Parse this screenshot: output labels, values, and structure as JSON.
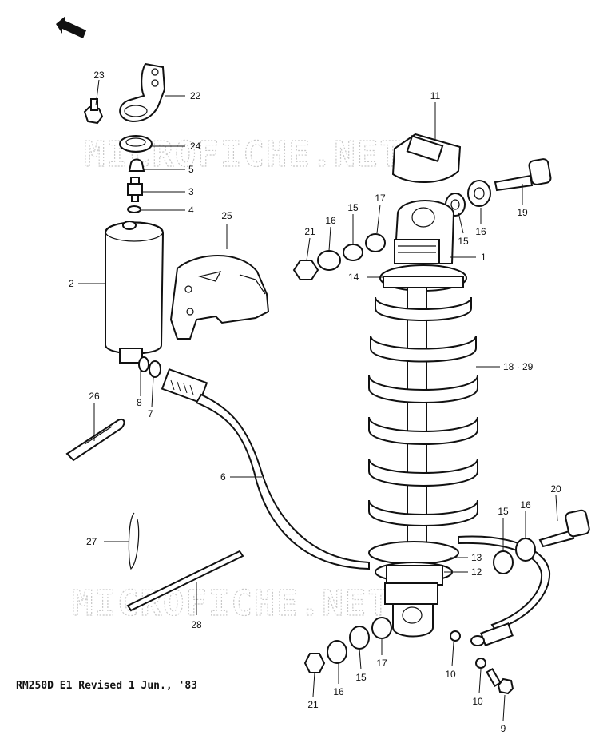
{
  "watermark": "MICROFICHE.NET",
  "footer_text": "RM250D E1 Revised 1 Jun., '83",
  "callouts": {
    "c1": "1",
    "c2": "2",
    "c3": "3",
    "c4": "4",
    "c5": "5",
    "c6": "6",
    "c7": "7",
    "c8": "8",
    "c9": "9",
    "c10a": "10",
    "c10b": "10",
    "c11": "11",
    "c12": "12",
    "c13": "13",
    "c14": "14",
    "c15a": "15",
    "c15b": "15",
    "c15c": "15",
    "c16a": "16",
    "c16b": "16",
    "c16c": "16",
    "c16d": "16",
    "c17a": "17",
    "c17b": "17",
    "c1829": "18 · 29",
    "c19": "19",
    "c20": "20",
    "c21a": "21",
    "c21b": "21",
    "c22": "22",
    "c23": "23",
    "c24": "24",
    "c25": "25",
    "c26": "26",
    "c27": "27",
    "c28": "28"
  }
}
